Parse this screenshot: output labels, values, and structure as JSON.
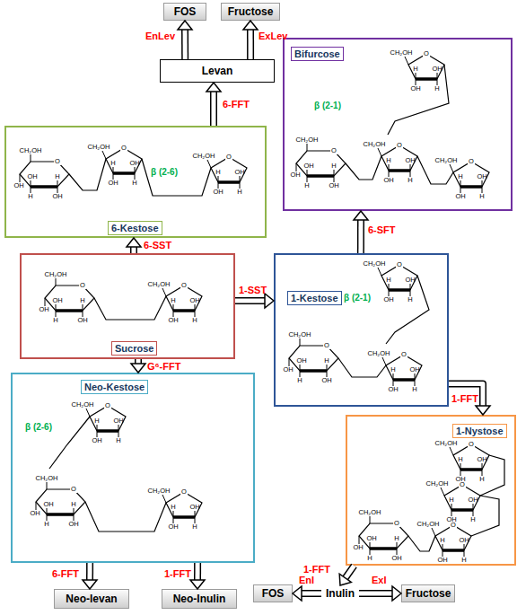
{
  "diagram": {
    "nodes": [
      {
        "text": [
          "FOS"
        ]
      },
      {
        "text": [
          "Fructose"
        ]
      },
      {
        "text": [
          "Bifurcose"
        ]
      },
      {
        "text": [
          "Levan"
        ]
      },
      {
        "text": [
          "6-Kestose"
        ]
      },
      {
        "text": [
          "Sucrose"
        ]
      },
      {
        "text": [
          "1-Kestose"
        ]
      },
      {
        "text": [
          "Neo-Kestose"
        ]
      },
      {
        "text": [
          "1-Nystose"
        ]
      },
      {
        "text": [
          "Neo-levan"
        ]
      },
      {
        "text": [
          "Neo-Inulin"
        ]
      },
      {
        "text": [
          "FOS"
        ]
      },
      {
        "text": [
          "Inulin"
        ]
      },
      {
        "text": [
          "Fructose"
        ]
      }
    ],
    "edges": [
      {
        "from": 3,
        "to": 0,
        "arrow": "to",
        "label": "EnLev"
      },
      {
        "from": 3,
        "to": 1,
        "arrow": "to",
        "label": "ExLev"
      },
      {
        "from": 4,
        "to": 3,
        "arrow": "to",
        "label": "6-FFT"
      },
      {
        "from": 5,
        "to": 4,
        "arrow": "to",
        "label": "6-SST"
      },
      {
        "from": 5,
        "to": 6,
        "arrow": "to",
        "label": "1-SST"
      },
      {
        "from": 6,
        "to": 2,
        "arrow": "to",
        "label": "6-SFT"
      },
      {
        "from": 6,
        "to": 8,
        "arrow": "to",
        "label": "1-FFT"
      },
      {
        "from": 5,
        "to": 7,
        "arrow": "to",
        "label": "G⁶-FFT"
      },
      {
        "from": 7,
        "to": 9,
        "arrow": "to",
        "label": "6-FFT"
      },
      {
        "from": 7,
        "to": 10,
        "arrow": "to",
        "label": "1-FFT"
      },
      {
        "from": 8,
        "to": 12,
        "arrow": "to",
        "label": "1-FFT"
      },
      {
        "from": 12,
        "to": 11,
        "arrow": "to",
        "label": "EnI"
      },
      {
        "from": 12,
        "to": 13,
        "arrow": "to",
        "label": "ExI"
      }
    ],
    "labels": [
      "β (2-1)",
      "β (2-6)",
      "β (2-1)",
      "β (2-6)",
      "O",
      "CH₂OH",
      "OH",
      "H",
      "H",
      "OH",
      "CH₂OH",
      "O",
      "OH",
      "OH",
      "H",
      "OH",
      "H",
      "O",
      "CH₂OH",
      "OH",
      "H",
      "H",
      "OH",
      "O",
      "CH₂OH",
      "OH",
      "H",
      "H",
      "OH",
      "CH₂OH",
      "O",
      "OH",
      "OH",
      "H",
      "OH",
      "H",
      "O",
      "CH₂OH",
      "OH",
      "H",
      "H",
      "OH",
      "O",
      "CH₂OH",
      "OH",
      "H",
      "H",
      "OH",
      "CH₂OH",
      "O",
      "OH",
      "OH",
      "H",
      "OH",
      "H",
      "O",
      "CH₂OH",
      "OH",
      "H",
      "H",
      "OH",
      "O",
      "CH₂OH",
      "OH",
      "H",
      "H",
      "OH",
      "CH₂OH",
      "O",
      "OH",
      "OH",
      "H",
      "OH",
      "H",
      "O",
      "CH₂OH",
      "OH",
      "H",
      "H",
      "OH",
      "O",
      "CH₂OH",
      "OH",
      "H",
      "H",
      "OH",
      "CH₂OH",
      "O",
      "OH",
      "OH",
      "H",
      "OH",
      "H",
      "O",
      "CH₂OH",
      "OH",
      "H",
      "H",
      "OH",
      "O",
      "CH₂OH",
      "OH",
      "H",
      "H",
      "OH",
      "O",
      "CH₂OH",
      "OH",
      "H",
      "H",
      "OH",
      "O",
      "CH₂OH",
      "OH",
      "H",
      "H",
      "OH",
      "CH₂OH",
      "O",
      "OH",
      "OH",
      "H",
      "OH",
      "H"
    ]
  }
}
